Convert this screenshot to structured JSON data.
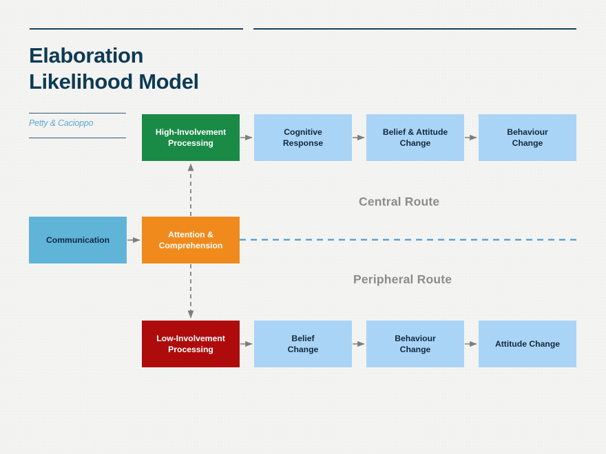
{
  "header": {
    "title_line1": "Elaboration",
    "title_line2": "Likelihood Model",
    "subtitle": "Petty & Cacioppo"
  },
  "routes": {
    "central": "Central Route",
    "peripheral": "Peripheral Route"
  },
  "nodes": {
    "communication": {
      "line1": "Communication"
    },
    "attention": {
      "line1": "Attention &",
      "line2": "Comprehension"
    },
    "high": {
      "line1": "High-Involvement",
      "line2": "Processing"
    },
    "cognitive": {
      "line1": "Cognitive",
      "line2": "Response"
    },
    "belief_attitude": {
      "line1": "Belief & Attitude",
      "line2": "Change"
    },
    "behaviour_top": {
      "line1": "Behaviour",
      "line2": "Change"
    },
    "low": {
      "line1": "Low-Involvement",
      "line2": "Processing"
    },
    "belief": {
      "line1": "Belief",
      "line2": "Change"
    },
    "behaviour_bot": {
      "line1": "Behaviour",
      "line2": "Change"
    },
    "attitude": {
      "line1": "Attitude Change"
    }
  },
  "colors": {
    "background": "#f3f3f1",
    "navy_rule": "#173f5f",
    "title": "#0d3b54",
    "subtitle": "#5fa8d8",
    "blue_light": "#aad4f5",
    "blue_mid": "#5fb4d8",
    "green": "#1a8a47",
    "orange": "#f08a1c",
    "red": "#ae0c0c",
    "route_label": "#8c8c8c",
    "arrow": "#7d7d7d",
    "divider_dashed": "#4a9bd4"
  }
}
